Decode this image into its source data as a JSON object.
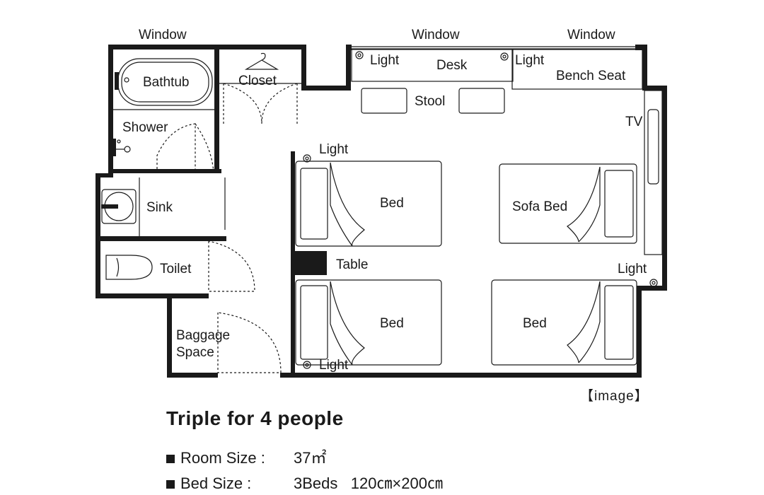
{
  "labels": {
    "window_left": "Window",
    "window_mid": "Window",
    "window_right": "Window",
    "light_desk_left": "Light",
    "desk": "Desk",
    "light_desk_right": "Light",
    "bench_seat": "Bench Seat",
    "stool": "Stool",
    "tv": "TV",
    "bathtub": "Bathtub",
    "closet": "Closet",
    "shower": "Shower",
    "sink": "Sink",
    "toilet": "Toilet",
    "baggage_line1": "Baggage",
    "baggage_line2": "Space",
    "light_bed1": "Light",
    "bed1": "Bed",
    "sofa_bed": "Sofa Bed",
    "table": "Table",
    "light_right": "Light",
    "bed2": "Bed",
    "bed3": "Bed",
    "light_bottom": "Light"
  },
  "image_note": "【image】",
  "info": {
    "title": "Triple for 4 people",
    "room_size_label": "Room Size :",
    "room_size_value": "37㎡",
    "bed_size_label": "Bed Size :",
    "bed_size_value": "3Beds   120㎝×200㎝"
  }
}
